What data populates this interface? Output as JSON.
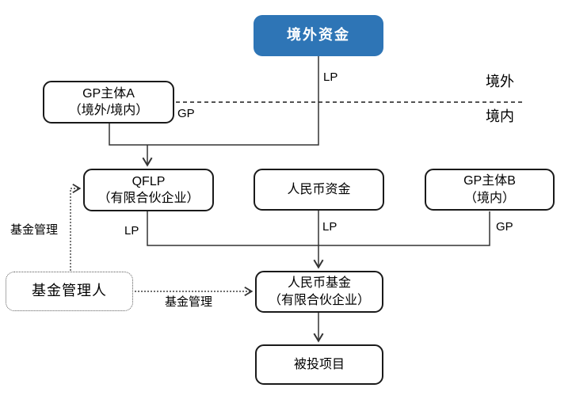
{
  "diagram": {
    "colors": {
      "accent": "#2E75B6",
      "accent_text": "#ffffff",
      "line": "#333333",
      "box_border": "#1a1a1a",
      "box_bg": "#ffffff"
    },
    "nodes": {
      "offshore_capital": {
        "label": "境外资金"
      },
      "gp_a": {
        "line1": "GP主体A",
        "line2": "（境外/境内）"
      },
      "qflp": {
        "line1": "QFLP",
        "line2": "（有限合伙企业）"
      },
      "rmb_capital": {
        "label": "人民币资金"
      },
      "gp_b": {
        "line1": "GP主体B",
        "line2": "（境内）"
      },
      "rmb_fund": {
        "line1": "人民币基金",
        "line2": "（有限合伙企业）"
      },
      "investee": {
        "label": "被投项目"
      },
      "fund_manager": {
        "label": "基金管理人"
      }
    },
    "labels": {
      "lp_top": "LP",
      "gp_a": "GP",
      "offshore": "境外",
      "onshore": "境内",
      "lp_qflp": "LP",
      "lp_rmb": "LP",
      "gp_b": "GP",
      "fund_mgmt_left": "基金管理",
      "fund_mgmt_bottom": "基金管理"
    }
  }
}
